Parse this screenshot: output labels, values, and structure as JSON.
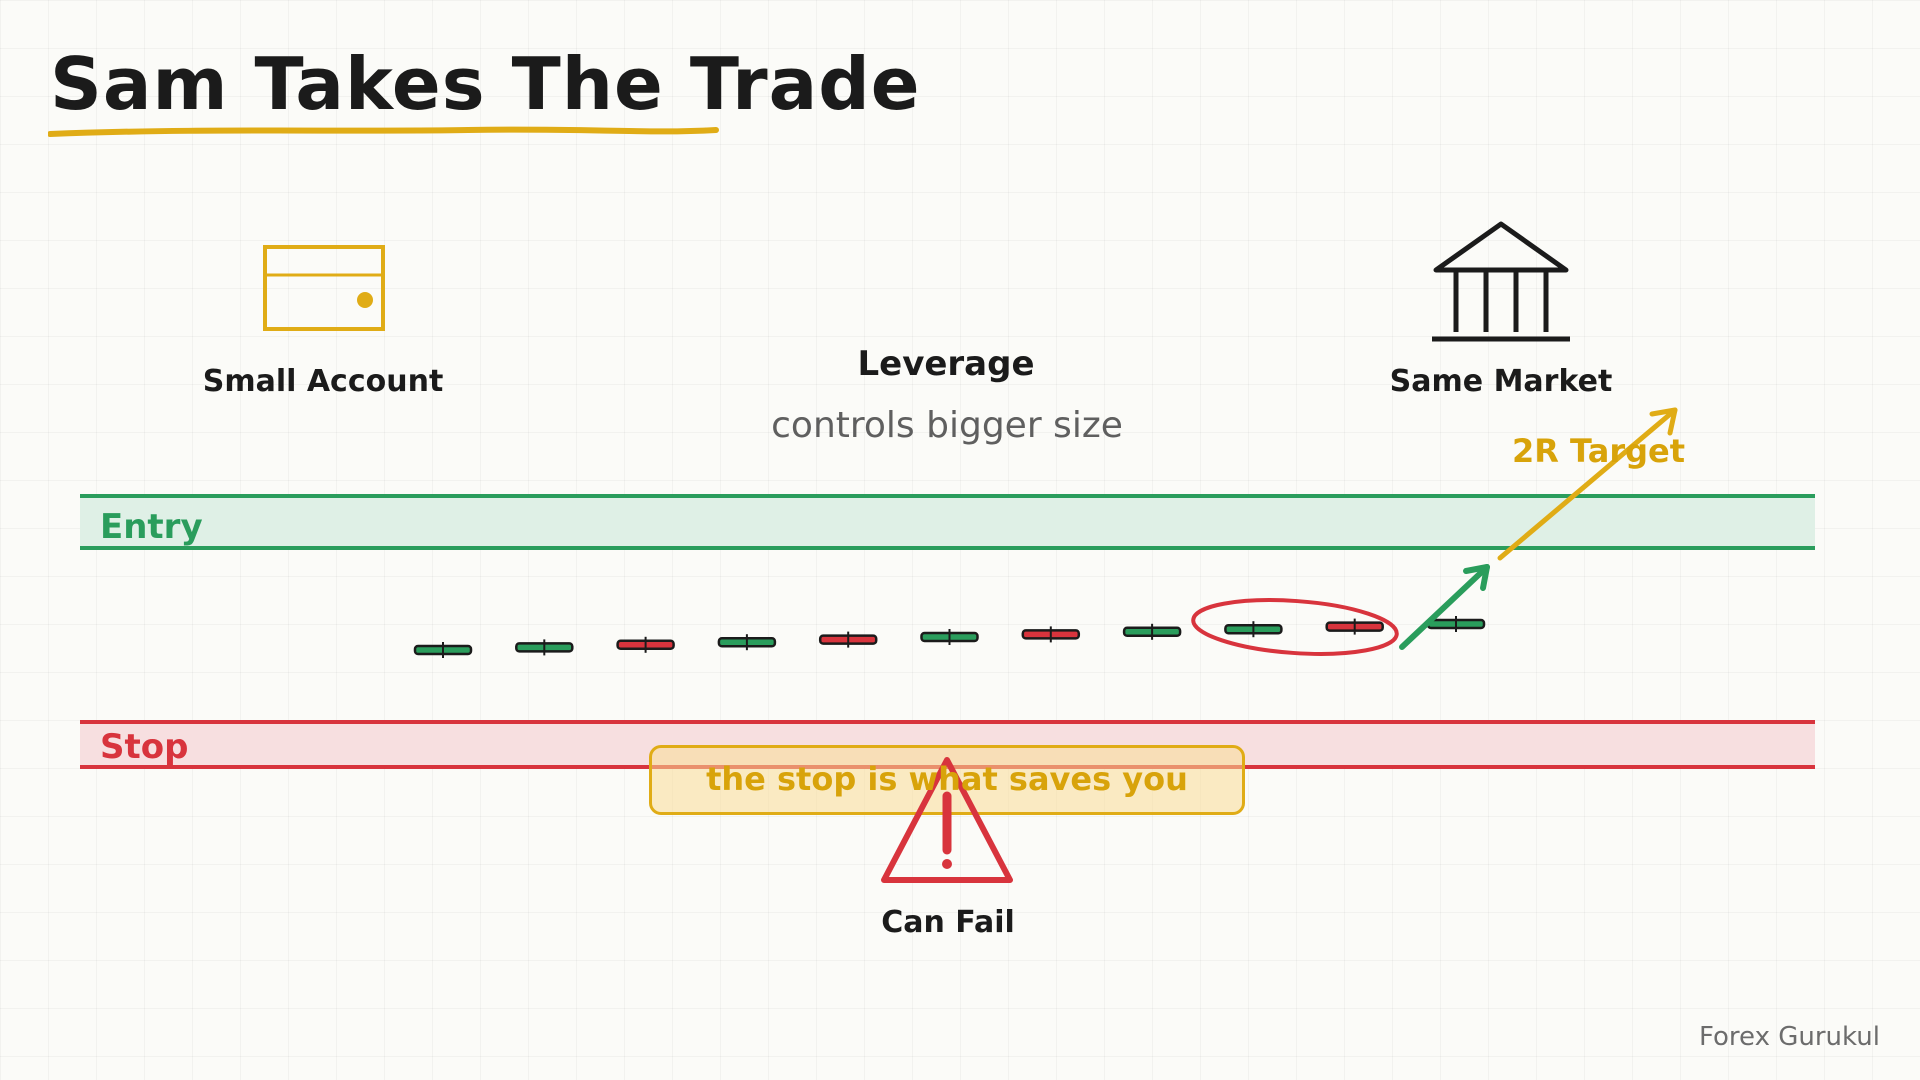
{
  "title": "Sam Takes The Trade",
  "account": {
    "label": "Small Account",
    "icon": "wallet-icon"
  },
  "leverage": {
    "label": "Leverage",
    "subtitle": "controls bigger size"
  },
  "market": {
    "label": "Same Market",
    "icon": "bank-building-icon"
  },
  "entry": {
    "label": "Entry"
  },
  "stop": {
    "label": "Stop"
  },
  "target": {
    "label": "2R Target"
  },
  "note": "the stop is what saves you",
  "warning": {
    "label": "Can Fail",
    "icon": "warning-triangle-icon"
  },
  "watermark": "Forex Gurukul",
  "candles": [
    {
      "dir": "up"
    },
    {
      "dir": "up"
    },
    {
      "dir": "down"
    },
    {
      "dir": "up"
    },
    {
      "dir": "down"
    },
    {
      "dir": "up"
    },
    {
      "dir": "down"
    },
    {
      "dir": "up"
    },
    {
      "dir": "up"
    },
    {
      "dir": "down"
    },
    {
      "dir": "up"
    }
  ],
  "colors": {
    "accent": "#e0ac16",
    "green": "#2a9d5c",
    "red": "#d8343d",
    "ink": "#1b1b1b"
  }
}
